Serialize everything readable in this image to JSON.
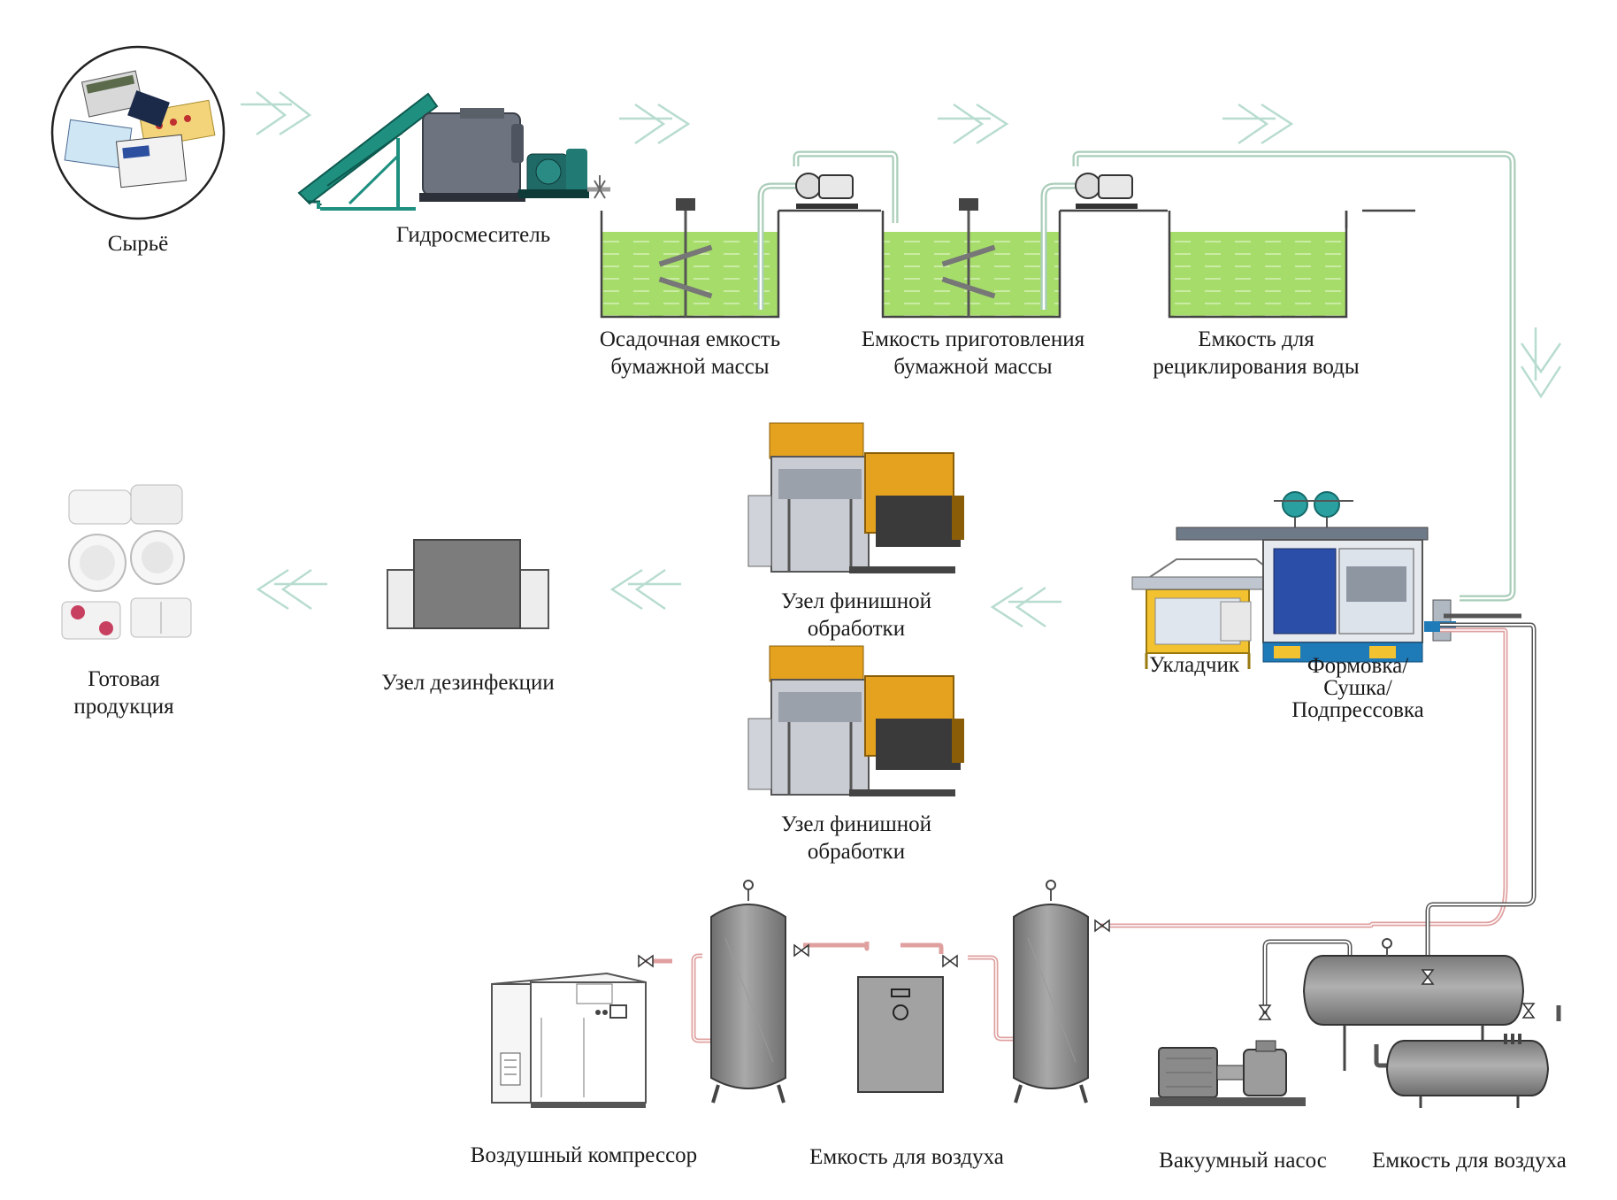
{
  "labels": {
    "raw": "Сырьё",
    "hydromixer": "Гидросмеситель",
    "sediment_tank": {
      "line1": "Осадочная емкость",
      "line2": "бумажной массы"
    },
    "pulp_tank": {
      "line1": "Емкость приготовления",
      "line2": "бумажной массы"
    },
    "recycle_tank": {
      "line1": "Емкость для",
      "line2": "рециклирования воды"
    },
    "finished": {
      "line1": "Готовая",
      "line2": "продукция"
    },
    "disinfection": "Узел дезинфекции",
    "finishing_top": {
      "line1": "Узел финишной",
      "line2": "обработки"
    },
    "finishing_bottom": {
      "line1": "Узел финишной",
      "line2": "обработки"
    },
    "stacker": "Укладчик",
    "forming": {
      "line1": "Формовка/",
      "line2": "Сушка/",
      "line3": "Подпрессовка"
    },
    "compressor": "Воздушный компрессор",
    "air_tank_1": "Емкость для воздуха",
    "vacuum_pump": "Вакуумный насос",
    "air_tank_2": "Емкость для воздуха"
  },
  "colors": {
    "pulp_fill": "#a6dd6a",
    "water_pipe": "#a9cdb9",
    "air_pipe": "#e0a0a0",
    "arrow": "#b8dcd0",
    "equipment_gray": "#8c8c8c",
    "conveyor_teal": "#1f9080",
    "machine_yellow": "#e4a21e"
  },
  "icons": {
    "flow_arrow": "double-chevron-arrow-icon",
    "valve": "valve-icon",
    "pump": "pump-icon"
  }
}
